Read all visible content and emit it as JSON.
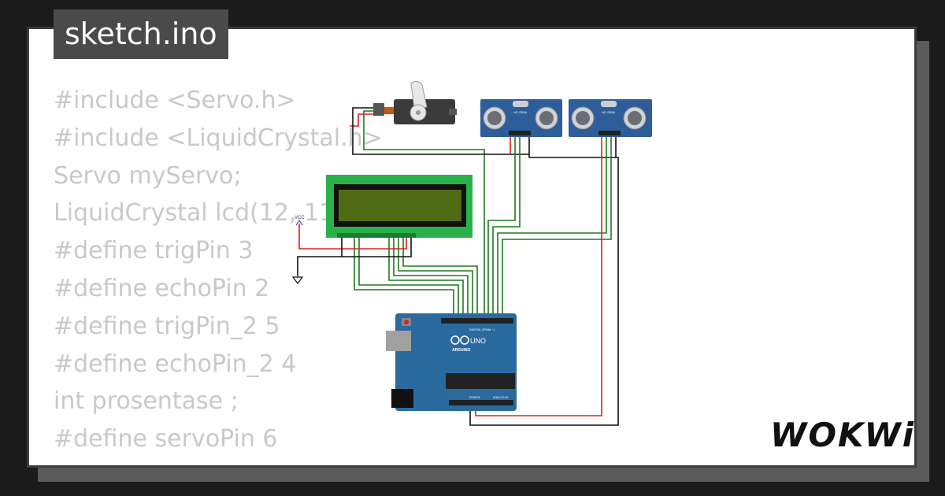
{
  "title": "sketch.ino",
  "code_lines": [
    "#include <Servo.h>",
    "#include <LiquidCrystal.h>",
    "Servo myServo;",
    "LiquidCrystal lcd(12, 11",
    "#define trigPin 3",
    "#define echoPin 2",
    "#define trigPin_2 5",
    "#define echoPin_2 4",
    "int prosentase ;",
    "#define servoPin 6"
  ],
  "brand": "WOKWi",
  "vcc_label": "VCC",
  "arduino": {
    "uno_label": "UNO",
    "arduino_label": "ARDUINO",
    "digital_label": "DIGITAL (PWM ~)",
    "power_label": "POWER",
    "analog_label": "ANALOG IN"
  },
  "sensor_label": "HC-SR04",
  "colors": {
    "wire_green": "#1f7a1f",
    "wire_red": "#e02020",
    "wire_black": "#111111",
    "board_blue": "#2b6a9f",
    "lcd_green": "#29b24a",
    "lcd_screen": "#4f6b14"
  }
}
